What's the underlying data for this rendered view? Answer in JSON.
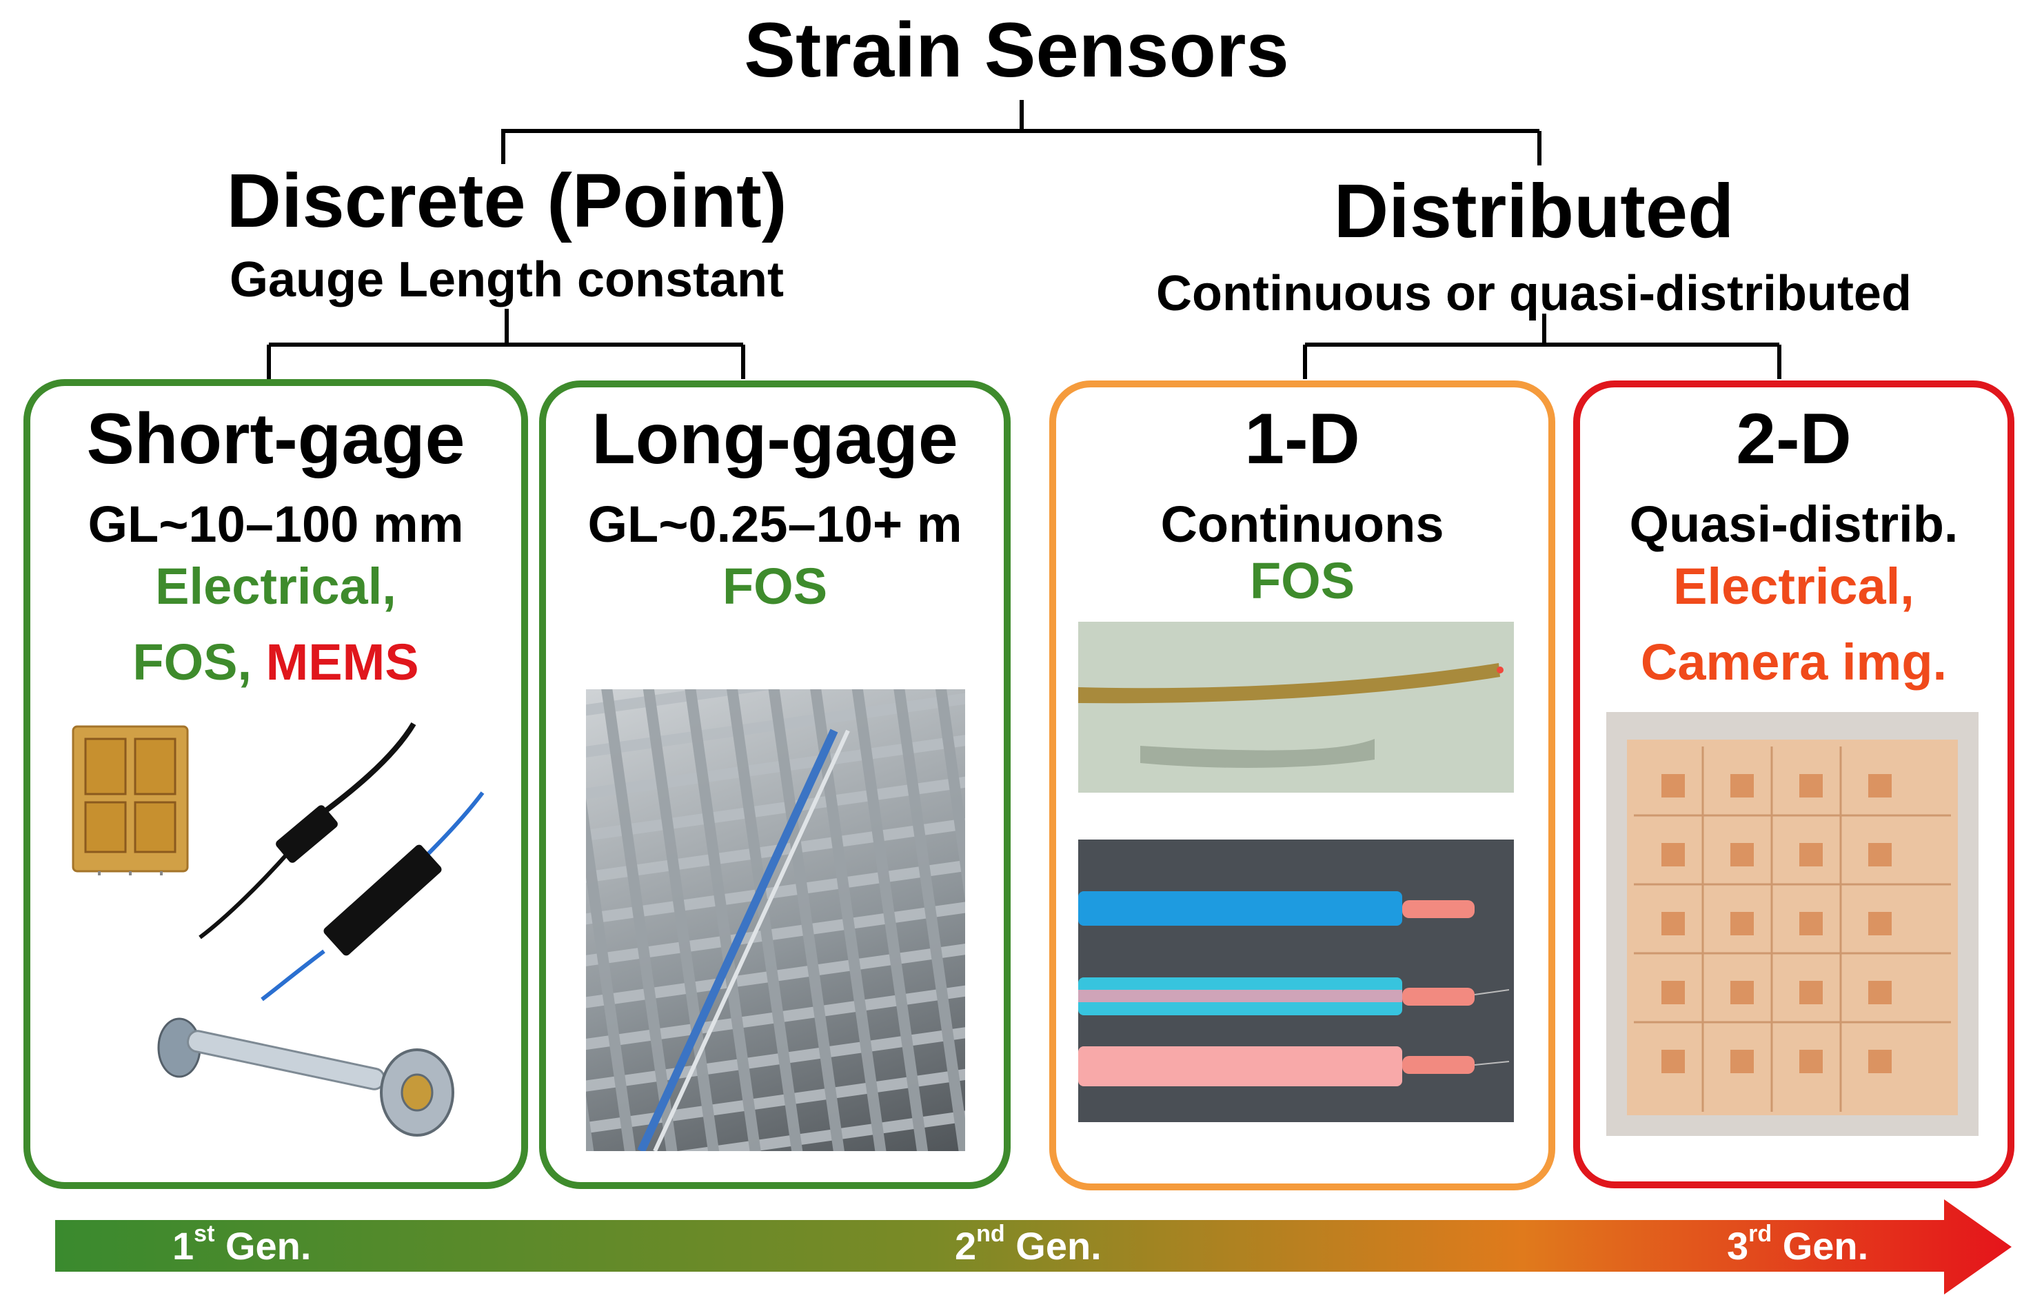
{
  "title": "Strain Sensors",
  "categories": {
    "discrete": {
      "label": "Discrete (Point)",
      "description": "Gauge Length constant"
    },
    "distributed": {
      "label": "Distributed",
      "description": "Continuous or quasi-distributed"
    }
  },
  "boxes": [
    {
      "title": "Short-gage",
      "spec": "GL~10–100 mm",
      "tech_line1": "Electrical,",
      "tech_line2a": "FOS, ",
      "tech_line2b": "MEMS",
      "border_color": "#3e8b2c"
    },
    {
      "title": "Long-gage",
      "spec": "GL~0.25–10+ m",
      "tech_line1": "FOS",
      "border_color": "#3e8b2c"
    },
    {
      "title": "1-D",
      "spec": "Continuons",
      "tech_line1": "FOS",
      "border_color": "#f59b3c"
    },
    {
      "title": "2-D",
      "spec": "Quasi-distrib.",
      "tech_line1": "Electrical,",
      "tech_line2": "Camera img.",
      "border_color": "#e0161c"
    }
  ],
  "generations": [
    {
      "num": "1",
      "sup": "st",
      "label": " Gen."
    },
    {
      "num": "2",
      "sup": "nd",
      "label": " Gen."
    },
    {
      "num": "3",
      "sup": "rd",
      "label": " Gen."
    }
  ],
  "colors": {
    "green": "#3e8b2c",
    "orange": "#f59b3c",
    "red": "#e0161c",
    "arrow_start": "#3a8a2e",
    "arrow_end": "#e5141b"
  },
  "images": [
    {
      "name": "strain-gauge-photo"
    },
    {
      "name": "fos-sensor-photo"
    },
    {
      "name": "mems-extensometer-photo"
    },
    {
      "name": "rebar-mesh-photo"
    },
    {
      "name": "fiber-tape-photo"
    },
    {
      "name": "fiber-cables-photo"
    },
    {
      "name": "sensor-sheet-photo"
    }
  ]
}
